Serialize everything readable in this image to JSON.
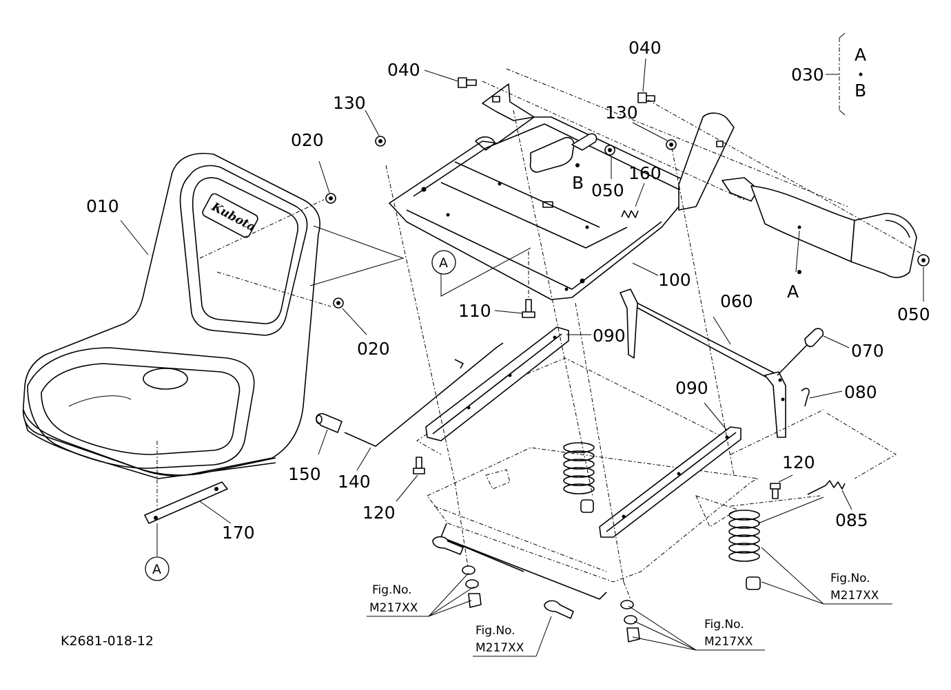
{
  "drawing_id": "K2681-018-12",
  "callouts": {
    "p010": "010",
    "p020a": "020",
    "p020b": "020",
    "p030": "030",
    "p030_a": "A",
    "p030_b": "B",
    "p040a": "040",
    "p040b": "040",
    "p050a": "050",
    "p050b": "050",
    "p060": "060",
    "p070": "070",
    "p080": "080",
    "p085": "085",
    "p090a": "090",
    "p090b": "090",
    "p100": "100",
    "p110": "110",
    "p120a": "120",
    "p120b": "120",
    "p130a": "130",
    "p130b": "130",
    "p140": "140",
    "p150": "150",
    "p160": "160",
    "p170": "170"
  },
  "markers": {
    "circle_a_top": "A",
    "circle_a_bottom": "A",
    "belt_a": "A",
    "buckle_b": "B"
  },
  "fig_refs": [
    {
      "line1": "Fig.No.",
      "line2": "M217XX"
    },
    {
      "line1": "Fig.No.",
      "line2": "M217XX"
    },
    {
      "line1": "Fig.No.",
      "line2": "M217XX"
    },
    {
      "line1": "Fig.No.",
      "line2": "M217XX"
    }
  ]
}
